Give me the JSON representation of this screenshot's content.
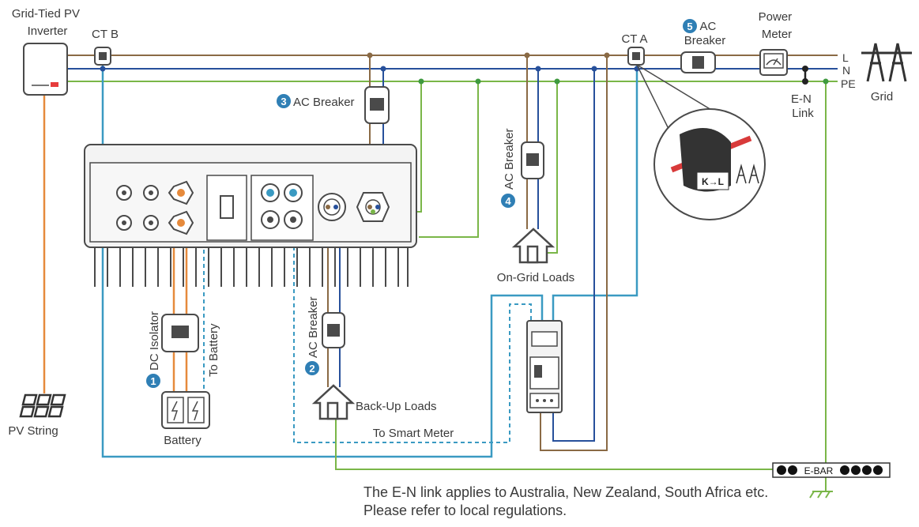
{
  "labels": {
    "grid_tied_pv_inverter": "Grid-Tied PV\nInverter",
    "ct_b": "CT B",
    "ct_a": "CT A",
    "ac_breaker_5": "AC\nBreaker",
    "power_meter": "Power\nMeter",
    "line_l": "L",
    "line_n": "N",
    "line_pe": "PE",
    "grid": "Grid",
    "en_link": "E-N\nLink",
    "ac_breaker_3": "AC Breaker",
    "ac_breaker_4": "AC Breaker",
    "ac_breaker_2": "AC Breaker",
    "dc_isolator": "DC Isolator",
    "to_battery": "To Battery",
    "on_grid_loads": "On-Grid Loads",
    "back_up_loads": "Back-Up Loads",
    "to_smart_meter": "To Smart Meter",
    "pv_string": "PV String",
    "battery": "Battery",
    "e_bar": "E-BAR",
    "ct_clamp_marking": "K→L"
  },
  "badges": {
    "dc_isolator": "1",
    "ac_breaker_2": "2",
    "ac_breaker_3": "3",
    "ac_breaker_4": "4",
    "ac_breaker_5": "5"
  },
  "note": "The E-N link applies to Australia, New Zealand, South Africa etc. Please refer to local regulations.",
  "colors": {
    "live": "#8a6a45",
    "neutral": "#27509b",
    "earth": "#7ab648",
    "ct_signal": "#3a9ac2",
    "dc_pv": "#e68a3c",
    "badge": "#2f7fb5",
    "outline": "#4a4a4a"
  },
  "icons": [
    "inverter-icon",
    "ct-clamp-icon",
    "breaker-icon",
    "power-meter-icon",
    "grid-tower-icon",
    "house-icon",
    "battery-icon",
    "pv-panel-icon",
    "smart-meter-icon",
    "ground-icon"
  ]
}
